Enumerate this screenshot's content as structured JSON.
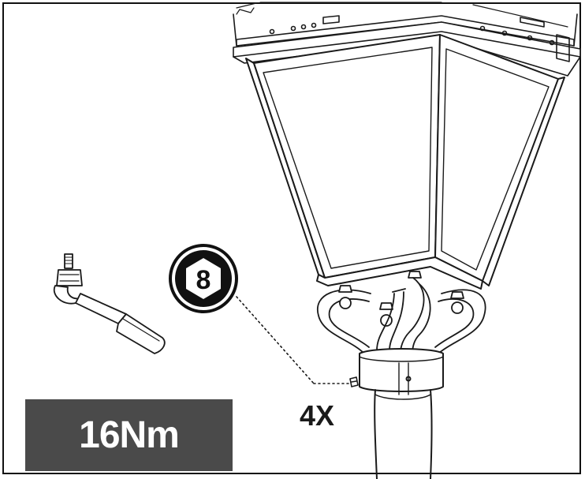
{
  "instruction": {
    "torque_label": "16Nm",
    "quantity_label": "4X",
    "hex_size_label": "8"
  },
  "colors": {
    "torque_box_bg": "#4a4a4a",
    "torque_text": "#ffffff",
    "hex_badge_bg": "#111111",
    "line": "#1a1a1a"
  }
}
